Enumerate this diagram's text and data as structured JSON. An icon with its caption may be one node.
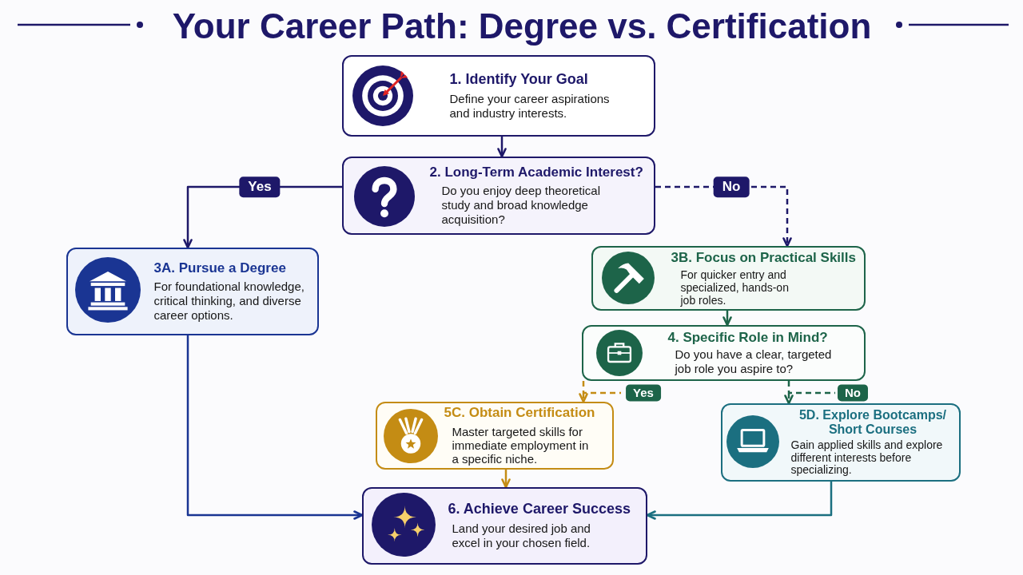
{
  "diagram": {
    "title": "Your Career Path: Degree vs. Certification",
    "nodes": [
      {
        "text": [
          "1. Identify Your Goal",
          "Define your career aspirations and industry interests."
        ]
      },
      {
        "text": [
          "2. Long-Term Academic Interest?",
          "Do you enjoy deep theoretical study and broad knowledge acquisition?"
        ]
      },
      {
        "text": [
          "3A. Pursue a Degree",
          "For foundational knowledge, critical thinking, and diverse career options."
        ]
      },
      {
        "text": [
          "3B. Focus on Practical Skills",
          "For quicker entry and specialized, hands-on job roles."
        ]
      },
      {
        "text": [
          "4. Specific Role in Mind?",
          "Do you have a clear, targeted job role you aspire to?"
        ]
      },
      {
        "text": [
          "5C. Obtain Certification",
          "Master targeted skills for immediate employment in a specific niche."
        ]
      },
      {
        "text": [
          "5D. Explore Bootcamps/ Short Courses",
          "Gain applied skills and explore different interests before specializing."
        ]
      },
      {
        "text": [
          "6. Achieve Career Success",
          "Land your desired job and excel in your chosen field."
        ]
      }
    ],
    "edges": [
      {
        "from": 0,
        "to": 1,
        "arrow": "to"
      },
      {
        "from": 1,
        "to": 2,
        "arrow": "to",
        "label": "Yes"
      },
      {
        "from": 1,
        "to": 3,
        "arrow": "to",
        "label": "No",
        "style": "dashed"
      },
      {
        "from": 3,
        "to": 4,
        "arrow": "to",
        "color": "#1d6449"
      },
      {
        "from": 4,
        "to": 5,
        "arrow": "to",
        "label": "Yes",
        "style": "dashed",
        "color": "#c48c14"
      },
      {
        "from": 4,
        "to": 6,
        "arrow": "to",
        "label": "No",
        "style": "dashed",
        "color": "#1d6449"
      },
      {
        "from": 5,
        "to": 7,
        "arrow": "to",
        "color": "#c48c14"
      },
      {
        "from": 2,
        "to": 7,
        "arrow": "to",
        "color": "#1a3593"
      },
      {
        "from": 6,
        "to": 7,
        "arrow": "to",
        "color": "#1b6f80"
      }
    ]
  }
}
